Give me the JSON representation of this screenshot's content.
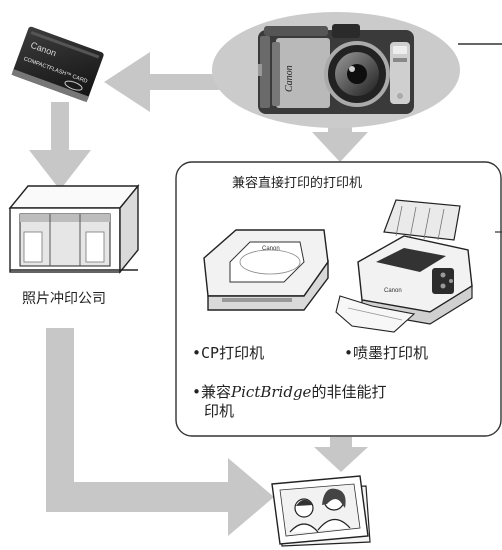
{
  "camera": {
    "brand": "Canon"
  },
  "memory_card": {
    "brand": "Canon",
    "type_label": "COMPACTFLASH™ CARD"
  },
  "printers": {
    "title": "兼容直接打印的打印机",
    "cp_printer": {
      "label": "CP打印机",
      "brand": "Canon"
    },
    "inkjet_printer": {
      "label": "喷墨打印机",
      "brand": "Canon"
    },
    "pictbridge": {
      "bullet": "•",
      "prefix": "兼容",
      "name": "PictBridge",
      "suffix": "的非佳能打",
      "line2": "印机"
    }
  },
  "photo_lab": {
    "label": "照片冲印公司"
  },
  "colors": {
    "arrow": "#c7c7c7",
    "camera_ellipse": "#cbcbcb",
    "panel_border": "#333333",
    "camera_body": "#3a3a3a",
    "printer_body": "#f2f2f2"
  }
}
